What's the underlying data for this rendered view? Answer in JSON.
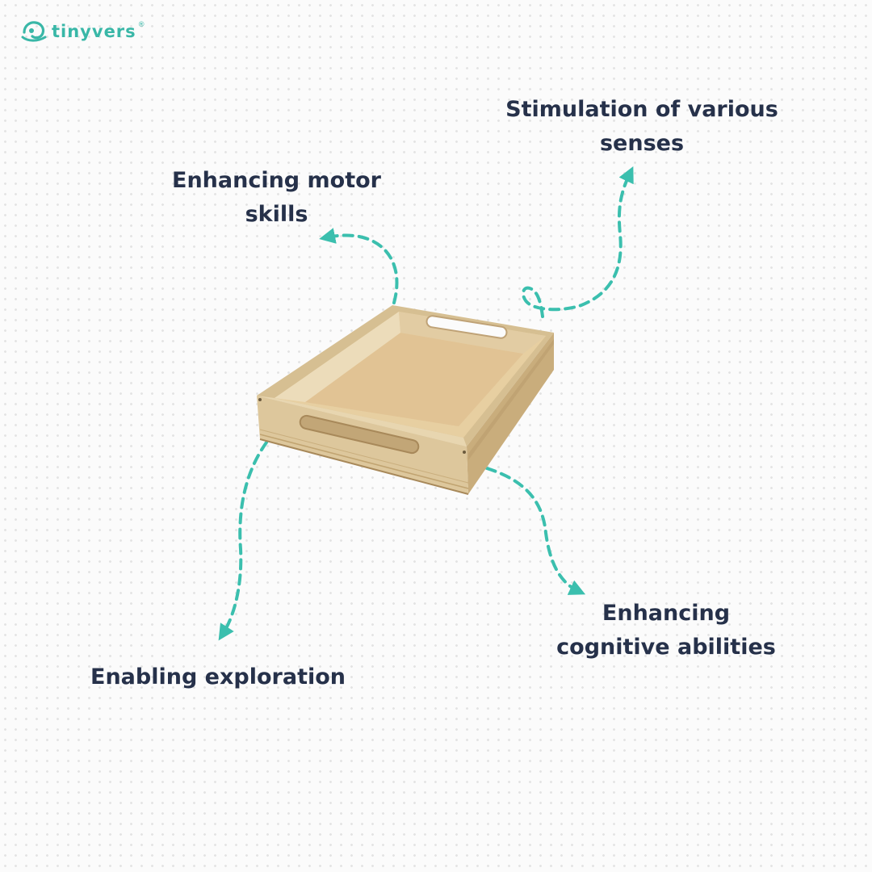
{
  "brand": {
    "name": "tinyvers",
    "registered_mark": "®",
    "color": "#39b7a7"
  },
  "labels": {
    "motor_skills": {
      "line1": "Enhancing motor",
      "line2": "skills"
    },
    "senses": {
      "line1": "Stimulation of various",
      "line2": "senses"
    },
    "exploration": {
      "line1": "Enabling exploration"
    },
    "cognitive": {
      "line1": "Enhancing",
      "line2": "cognitive abilities"
    }
  },
  "product": {
    "name": "wooden-tray",
    "icon": "wooden-tray-illustration"
  },
  "colors": {
    "text": "#26314a",
    "arrow": "#3bbfae",
    "background": "#fbfbfb",
    "wood_light": "#ead8b4",
    "wood_mid": "#d9c193",
    "wood_dark": "#c9ad7c"
  }
}
